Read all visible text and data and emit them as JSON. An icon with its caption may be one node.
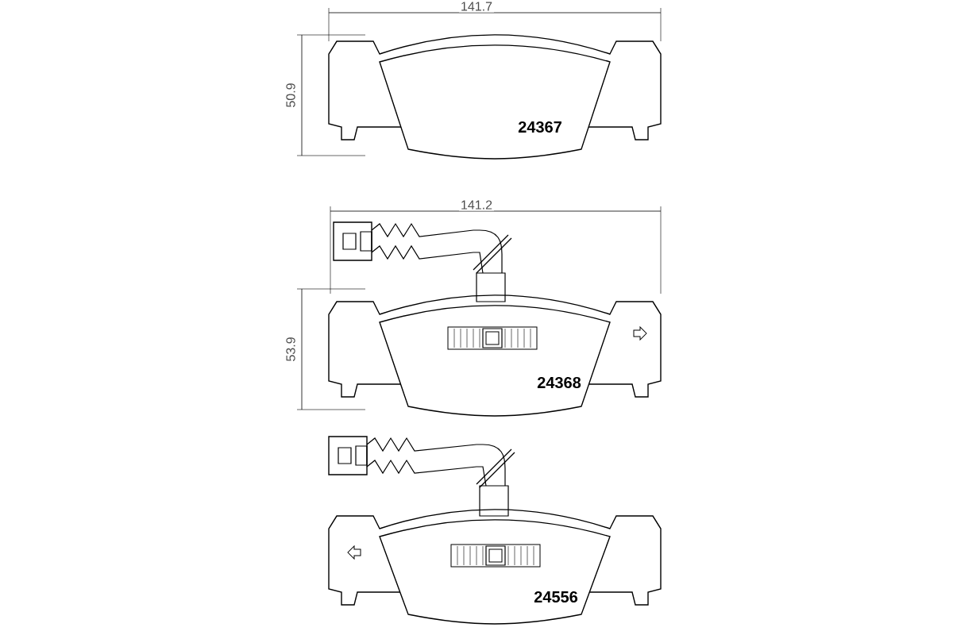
{
  "diagram": {
    "labels": [
      "141.7",
      "50.9",
      "24367",
      "141.2",
      "53.9",
      "24368",
      "24556"
    ]
  }
}
